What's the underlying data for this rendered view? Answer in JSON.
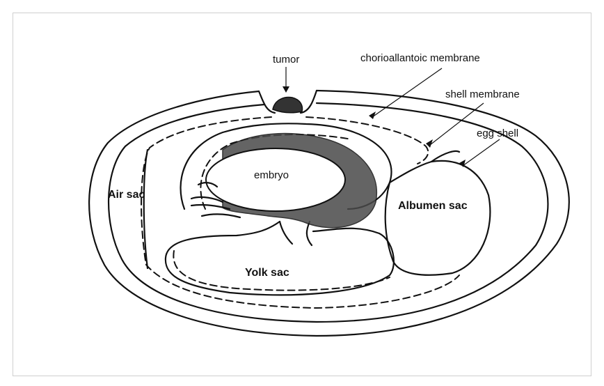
{
  "labels": {
    "tumor": "tumor",
    "chorioallantoic_membrane": "chorioallantoic membrane",
    "shell_membrane": "shell membrane",
    "egg_shell": "egg shell",
    "embryo": "embryo",
    "air_sac": "Air sac",
    "albumen_sac": "Albumen sac",
    "yolk_sac": "Yolk sac"
  },
  "colors": {
    "line": "#111111",
    "background": "#ffffff",
    "frame_border": "#cfcfcf"
  }
}
